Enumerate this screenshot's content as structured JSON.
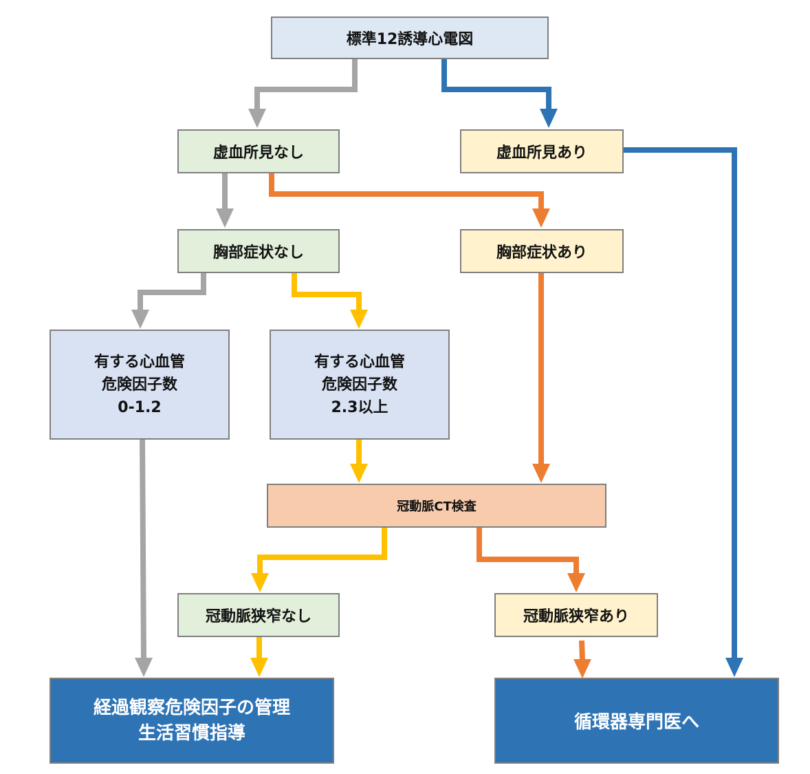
{
  "diagram": {
    "type": "flowchart",
    "colors": {
      "gray_path": "#a5a5a5",
      "blue_path": "#2e74b5",
      "orange_path": "#ed7d31",
      "yellow_path": "#ffc000",
      "node_border": "#7f7f7f",
      "fill_top": "#dee8f4",
      "fill_green": "#e2efda",
      "fill_yellow": "#fff2cc",
      "fill_lavender": "#d9e2f3",
      "fill_peach": "#f8cbad",
      "fill_dark": "#2e74b5"
    },
    "nodes": {
      "ecg": "標準12誘導心電図",
      "ischemia_none": "虚血所見なし",
      "ischemia_present": "虚血所見あり",
      "chest_none": "胸部症状なし",
      "chest_present": "胸部症状あり",
      "risk_low": "有する心血管\n危険因子数\n0-1.2",
      "risk_high": "有する心血管\n危険因子数\n2.3以上",
      "coronary_ct": "冠動脈CT検査",
      "stenosis_none": "冠動脈狭窄なし",
      "stenosis_present": "冠動脈狭窄あり",
      "observation": "経過観察危険因子の管理\n生活習慣指導",
      "specialist": "循環器専門医へ"
    },
    "edges": [
      {
        "from": "ecg",
        "to": "ischemia_none",
        "color": "gray"
      },
      {
        "from": "ecg",
        "to": "ischemia_present",
        "color": "blue"
      },
      {
        "from": "ischemia_none",
        "to": "chest_none",
        "color": "gray"
      },
      {
        "from": "ischemia_none",
        "to": "chest_present",
        "color": "orange"
      },
      {
        "from": "ischemia_present",
        "to": "specialist",
        "color": "blue"
      },
      {
        "from": "chest_none",
        "to": "risk_low",
        "color": "gray"
      },
      {
        "from": "chest_none",
        "to": "risk_high",
        "color": "yellow"
      },
      {
        "from": "chest_present",
        "to": "coronary_ct",
        "color": "orange"
      },
      {
        "from": "risk_high",
        "to": "coronary_ct",
        "color": "yellow"
      },
      {
        "from": "risk_low",
        "to": "observation",
        "color": "gray"
      },
      {
        "from": "coronary_ct",
        "to": "stenosis_none",
        "color": "yellow"
      },
      {
        "from": "coronary_ct",
        "to": "stenosis_present",
        "color": "orange"
      },
      {
        "from": "stenosis_none",
        "to": "observation",
        "color": "yellow"
      },
      {
        "from": "stenosis_present",
        "to": "specialist",
        "color": "orange"
      }
    ]
  }
}
